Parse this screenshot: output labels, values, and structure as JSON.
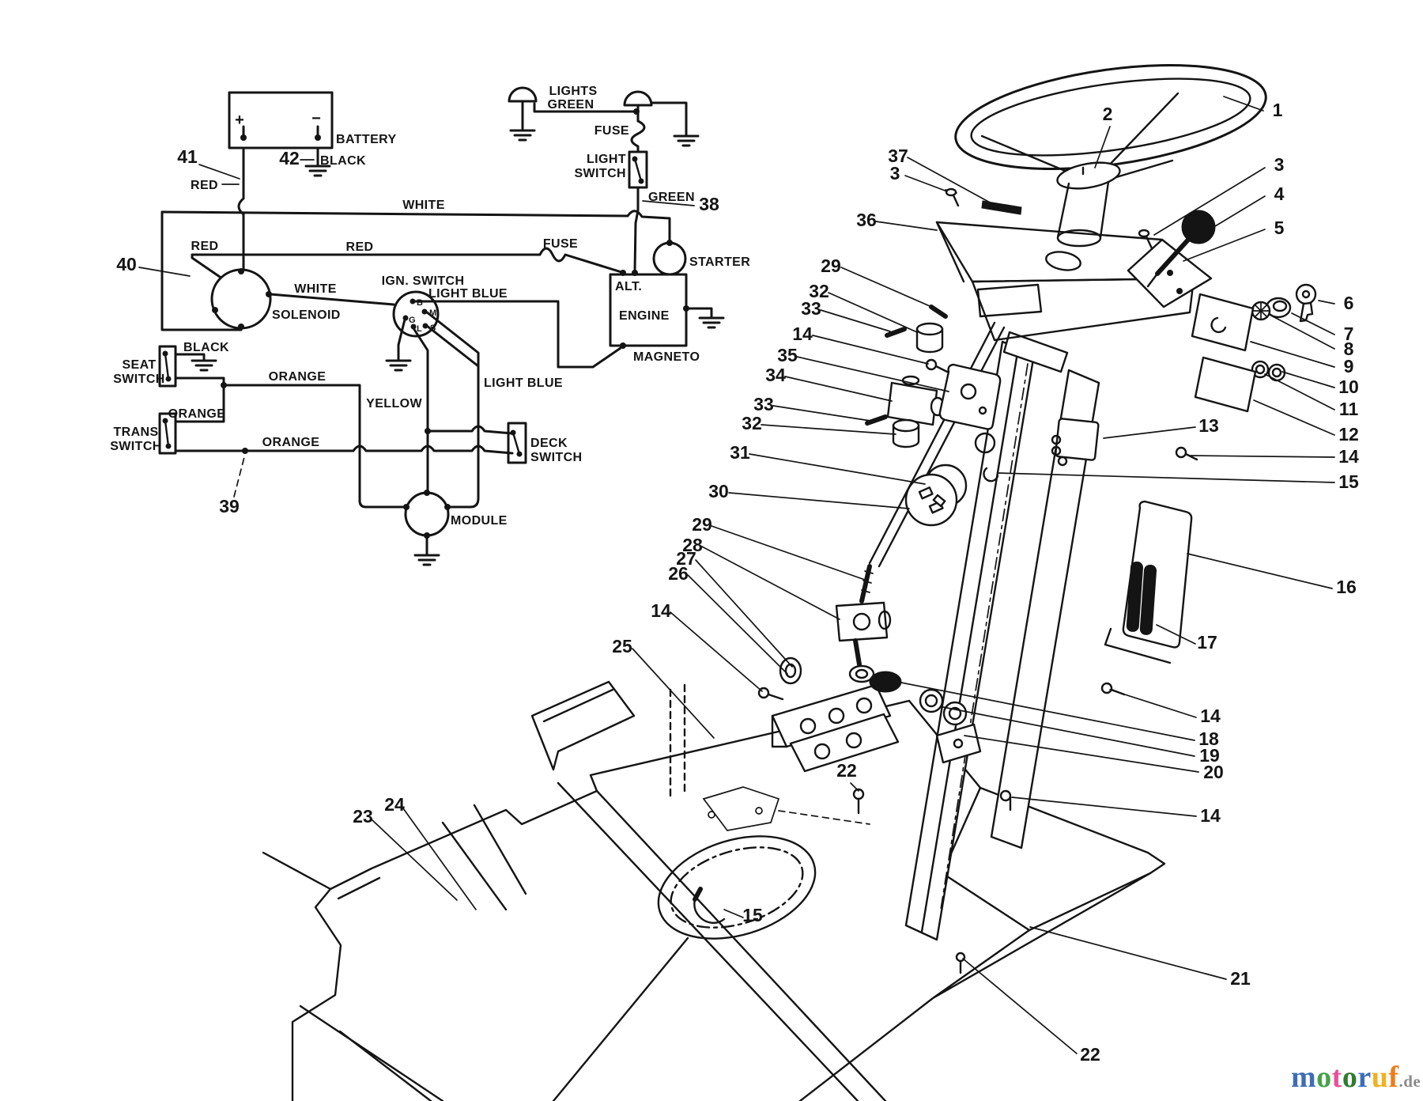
{
  "page": {
    "background": "#ffffff",
    "ink": "#141414"
  },
  "wiring_schematic": {
    "battery": {
      "label": "BATTERY",
      "plus": "+",
      "minus": "−"
    },
    "solenoid": {
      "label": "SOLENOID"
    },
    "ignition_switch": {
      "label": "IGN. SWITCH",
      "terminals": {
        "b": "B",
        "m": "M",
        "g": "G",
        "l": "L",
        "s": "S"
      }
    },
    "lights": {
      "label": "LIGHTS"
    },
    "light_switch": {
      "line1": "LIGHT",
      "line2": "SWITCH"
    },
    "starter": {
      "label": "STARTER"
    },
    "engine": {
      "label": "ENGINE",
      "alt": "ALT.",
      "magneto": "MAGNETO"
    },
    "seat_switch": {
      "line1": "SEAT",
      "line2": "SWITCH"
    },
    "trans_switch": {
      "line1": "TRANS",
      "line2": "SWITCH"
    },
    "deck_switch": {
      "line1": "DECK",
      "line2": "SWITCH"
    },
    "module": {
      "label": "MODULE"
    },
    "fuse": "FUSE",
    "wire_colors": {
      "red": "RED",
      "white": "WHITE",
      "black": "BLACK",
      "green": "GREEN",
      "orange": "ORANGE",
      "yellow": "YELLOW",
      "light_blue": "LIGHT BLUE"
    }
  },
  "callouts": {
    "1": "1",
    "2": "2",
    "3": "3",
    "4": "4",
    "5": "5",
    "6": "6",
    "7": "7",
    "8": "8",
    "9": "9",
    "10": "10",
    "11": "11",
    "12": "12",
    "13": "13",
    "14": "14",
    "15": "15",
    "16": "16",
    "17": "17",
    "18": "18",
    "19": "19",
    "20": "20",
    "21": "21",
    "22": "22",
    "23": "23",
    "24": "24",
    "25": "25",
    "26": "26",
    "27": "27",
    "28": "28",
    "29": "29",
    "30": "30",
    "31": "31",
    "32": "32",
    "33": "33",
    "34": "34",
    "35": "35",
    "36": "36",
    "37": "37",
    "38": "38",
    "39": "39",
    "40": "40",
    "41": "41",
    "42": "42"
  },
  "watermark": {
    "letters": [
      {
        "ch": "m",
        "color": "#3d6db8"
      },
      {
        "ch": "o",
        "color": "#46a24a"
      },
      {
        "ch": "t",
        "color": "#e84f9b"
      },
      {
        "ch": "o",
        "color": "#2e7d32"
      },
      {
        "ch": "r",
        "color": "#3d6db8"
      },
      {
        "ch": "u",
        "color": "#f2b01e"
      },
      {
        "ch": "f",
        "color": "#ef7d1a"
      }
    ],
    "tld": ".de",
    "tld_color": "#8a8a8a"
  }
}
